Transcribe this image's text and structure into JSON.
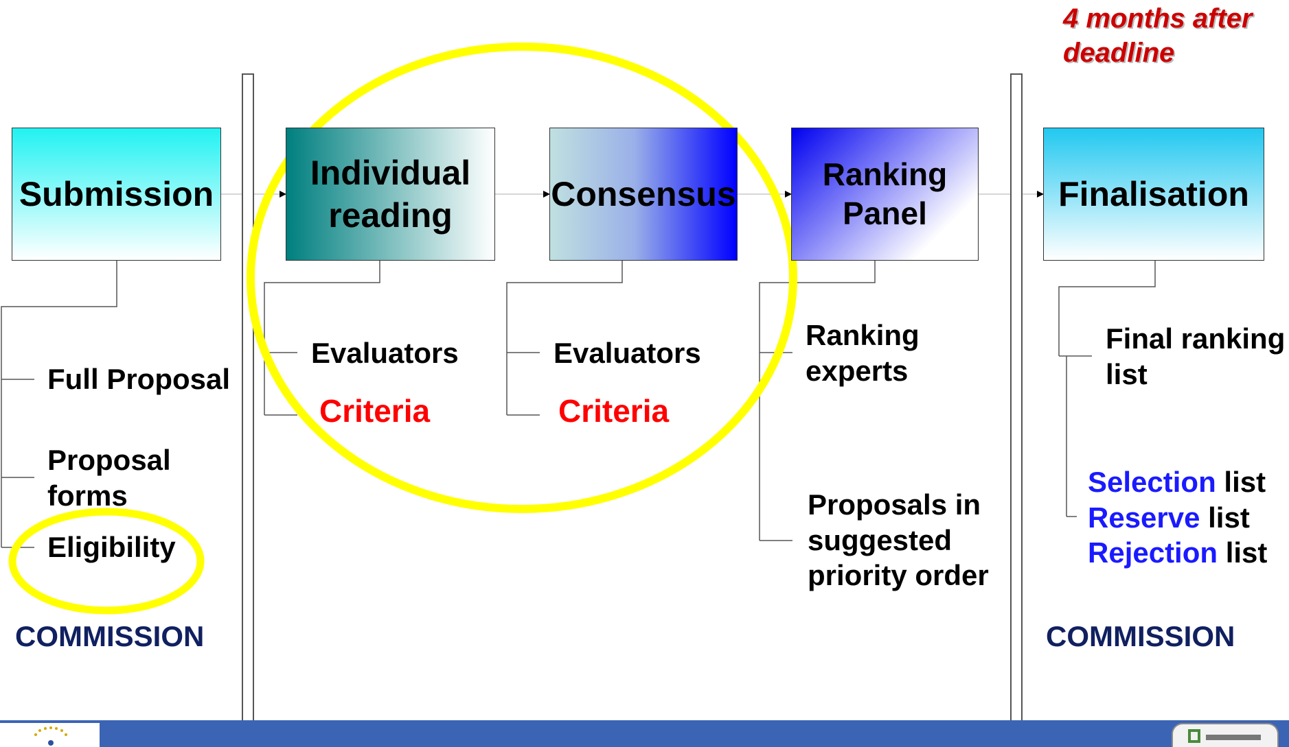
{
  "deadline_note": {
    "line1": "4 months after",
    "line2": "deadline"
  },
  "stages": {
    "submission": "Submission",
    "individual_line1": "Individual",
    "individual_line2": "reading",
    "consensus": "Consensus",
    "ranking_line1": "Ranking",
    "ranking_line2": "Panel",
    "finalisation": "Finalisation"
  },
  "submission_items": {
    "full_proposal": "Full Proposal",
    "proposal_forms_line1": "Proposal",
    "proposal_forms_line2": "forms",
    "eligibility": "Eligibility",
    "owner": "COMMISSION"
  },
  "individual_items": {
    "evaluators": "Evaluators",
    "criteria": "Criteria"
  },
  "consensus_items": {
    "evaluators": "Evaluators",
    "criteria": "Criteria"
  },
  "ranking_items": {
    "experts_line1": "Ranking",
    "experts_line2": "experts",
    "proposals_line1": "Proposals in",
    "proposals_line2": "suggested",
    "proposals_line3": "priority order"
  },
  "final_items": {
    "final_list_line1": "Final ranking",
    "final_list_line2": "list",
    "selection": "Selection",
    "reserve": "Reserve",
    "rejection": "Rejection",
    "list_word": "list",
    "owner": "COMMISSION"
  },
  "colors": {
    "highlight": "#ffff00",
    "criteria": "#ff0000",
    "list_names": "#1a1aff",
    "commission": "#102060",
    "deadline": "#cc0000",
    "footer": "#3c64b4"
  }
}
